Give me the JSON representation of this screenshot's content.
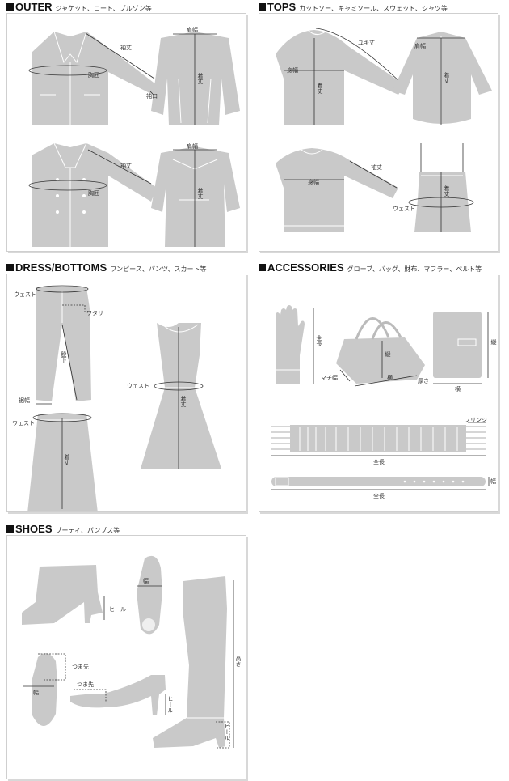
{
  "sections": {
    "outer": {
      "title": "OUTER",
      "subtitle": "ジャケット、コート、ブルゾン等",
      "labels": {
        "sleeve1": "袖丈",
        "chest1": "胸囲",
        "cuff": "袖口",
        "shoulder1": "肩幅",
        "length1": "着丈",
        "sleeve2": "袖丈",
        "chest2": "胸囲",
        "shoulder2": "肩幅",
        "length2": "着丈"
      }
    },
    "tops": {
      "title": "TOPS",
      "subtitle": "カットソー、キャミソール、スウェット、シャツ等",
      "labels": {
        "yuki": "ユキ丈",
        "body_width1": "身幅",
        "length1": "着丈",
        "shoulder": "肩幅",
        "length2": "着丈",
        "body_width2": "身幅",
        "sleeve": "袖丈",
        "waist": "ウェスト",
        "length3": "着丈"
      }
    },
    "dress": {
      "title": "DRESS/BOTTOMS",
      "subtitle": "ワンピース、パンツ、スカート等",
      "labels": {
        "waist1": "ウェスト",
        "rise": "ワタリ",
        "inseam": "股下",
        "hem": "裾幅",
        "waist2": "ウェスト",
        "skirt_length": "着丈",
        "waist3": "ウェスト",
        "dress_length": "着丈"
      }
    },
    "accessories": {
      "title": "ACCESSORIES",
      "subtitle": "グローブ、バッグ、財布、マフラー、ベルト等",
      "labels": {
        "glove_length": "全長",
        "bag_height": "縦",
        "bag_depth": "マチ幅",
        "bag_width": "横",
        "wallet_height": "縦",
        "wallet_depth": "厚さ",
        "wallet_width": "横",
        "fringe": "フリンジ",
        "muffler_length": "全長",
        "belt_width": "幅",
        "belt_length": "全長"
      }
    },
    "shoes": {
      "title": "SHOES",
      "subtitle": "ブーティ、パンプス等",
      "labels": {
        "heel1": "ヒール",
        "width1": "幅",
        "toe1": "つま先",
        "width2": "幅",
        "toe2": "つま先",
        "heel2": "ヒール",
        "height": "高さ",
        "heel3": "ヒール"
      }
    }
  },
  "colors": {
    "garment": "#c9c9c9",
    "marker": "#333333",
    "panel_border": "#cfcfcf"
  }
}
